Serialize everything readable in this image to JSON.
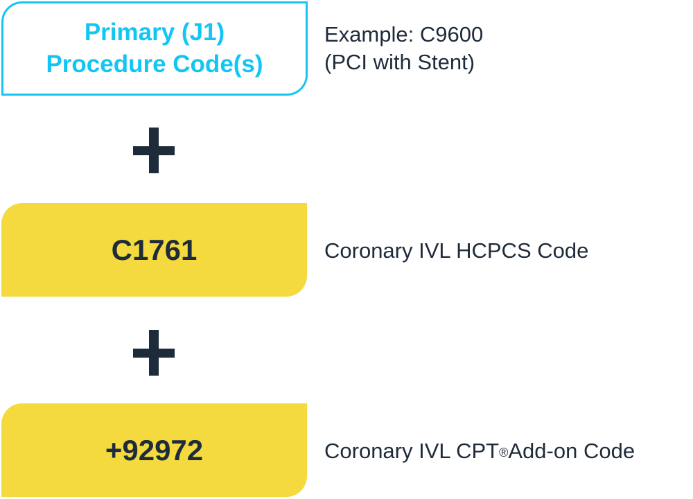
{
  "colors": {
    "cyan": "#12c6f3",
    "yellow": "#f4da3e",
    "dark": "#1e2b3a"
  },
  "primary": {
    "line1": "Primary (J1)",
    "line2": "Procedure Code(s)",
    "desc_line1": "Example: C9600",
    "desc_line2": "(PCI with Stent)"
  },
  "code1": {
    "label": "C1761",
    "desc": "Coronary IVL HCPCS Code"
  },
  "code2": {
    "label": "+92972",
    "desc_pre": "Coronary IVL CPT",
    "desc_reg": "®",
    "desc_post": "Add-on Code"
  },
  "operators": [
    "plus-icon",
    "plus-icon"
  ]
}
